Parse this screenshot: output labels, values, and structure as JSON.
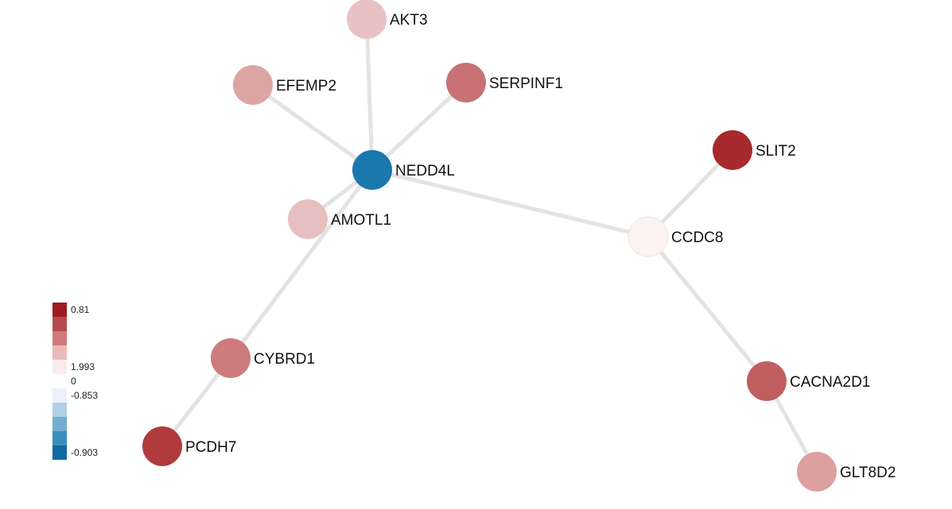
{
  "network": {
    "nodes": [
      {
        "id": "AKT3",
        "label": "AKT3",
        "color": "#e8c2c2"
      },
      {
        "id": "EFEMP2",
        "label": "EFEMP2",
        "color": "#dda4a4"
      },
      {
        "id": "SERPINF1",
        "label": "SERPINF1",
        "color": "#c87174"
      },
      {
        "id": "NEDD4L",
        "label": "NEDD4L",
        "color": "#1a78ad"
      },
      {
        "id": "AMOTL1",
        "label": "AMOTL1",
        "color": "#e6c0c0"
      },
      {
        "id": "SLIT2",
        "label": "SLIT2",
        "color": "#a72a2d"
      },
      {
        "id": "CCDC8",
        "label": "CCDC8",
        "color": "#fcf2f2"
      },
      {
        "id": "CYBRD1",
        "label": "CYBRD1",
        "color": "#cd7b7c"
      },
      {
        "id": "PCDH7",
        "label": "PCDH7",
        "color": "#b03a3c"
      },
      {
        "id": "CACNA2D1",
        "label": "CACNA2D1",
        "color": "#c15e60"
      },
      {
        "id": "GLT8D2",
        "label": "GLT8D2",
        "color": "#dca0a1"
      }
    ],
    "edges": [
      {
        "source": "NEDD4L",
        "target": "AKT3"
      },
      {
        "source": "NEDD4L",
        "target": "EFEMP2"
      },
      {
        "source": "NEDD4L",
        "target": "SERPINF1"
      },
      {
        "source": "NEDD4L",
        "target": "AMOTL1"
      },
      {
        "source": "NEDD4L",
        "target": "CCDC8"
      },
      {
        "source": "NEDD4L",
        "target": "CYBRD1"
      },
      {
        "source": "CYBRD1",
        "target": "PCDH7"
      },
      {
        "source": "CCDC8",
        "target": "SLIT2"
      },
      {
        "source": "CCDC8",
        "target": "CACNA2D1"
      },
      {
        "source": "CACNA2D1",
        "target": "GLT8D2"
      }
    ],
    "edge_color": "#e3e3e3"
  },
  "legend": {
    "swatches": [
      "#9e1b1f",
      "#b74a4c",
      "#d1797b",
      "#ebb9b9",
      "#fcebeb",
      "#fefefe",
      "#eef0fb",
      "#b0d0e6",
      "#72aed1",
      "#3a8ebd",
      "#0e6aa0"
    ],
    "labels": [
      {
        "text": "0.81",
        "slot": 0
      },
      {
        "text": "1.993",
        "slot": 4
      },
      {
        "text": "0",
        "slot": 5
      },
      {
        "text": "-0.853",
        "slot": 6
      },
      {
        "text": "-0.903",
        "slot": 10
      }
    ]
  }
}
